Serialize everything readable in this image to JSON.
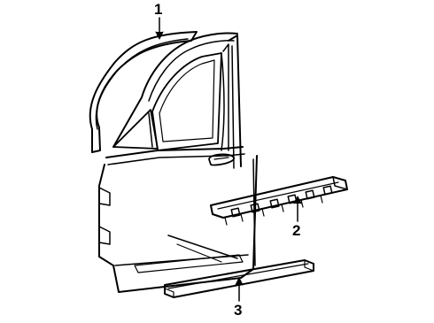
{
  "diagram": {
    "callouts": [
      {
        "number": "1",
        "part": "door-weatherstrip"
      },
      {
        "number": "2",
        "part": "door-trim-molding"
      },
      {
        "number": "3",
        "part": "body-side-molding"
      }
    ],
    "colors": {
      "line": "#000000",
      "background": "#ffffff"
    }
  }
}
